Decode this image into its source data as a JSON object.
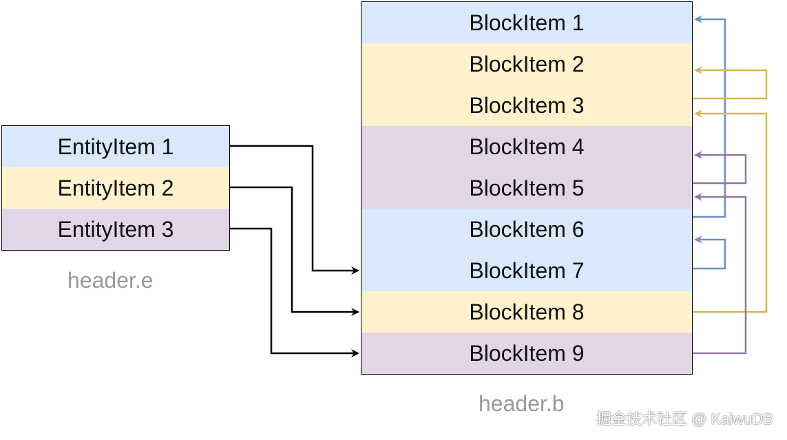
{
  "entity_items": [
    "EntityItem 1",
    "EntityItem 2",
    "EntityItem 3"
  ],
  "block_items": [
    "BlockItem 1",
    "BlockItem 2",
    "BlockItem 3",
    "BlockItem 4",
    "BlockItem 5",
    "BlockItem 6",
    "BlockItem 7",
    "BlockItem 8",
    "BlockItem 9"
  ],
  "captions": {
    "entity": "header.e",
    "block": "header.b"
  },
  "watermark": "掘金技术社区 @ KaiwuDB",
  "colors": {
    "blue": "#6c8ebf",
    "yellow": "#d6b656",
    "purple": "#9673a6",
    "black": "#000000"
  }
}
